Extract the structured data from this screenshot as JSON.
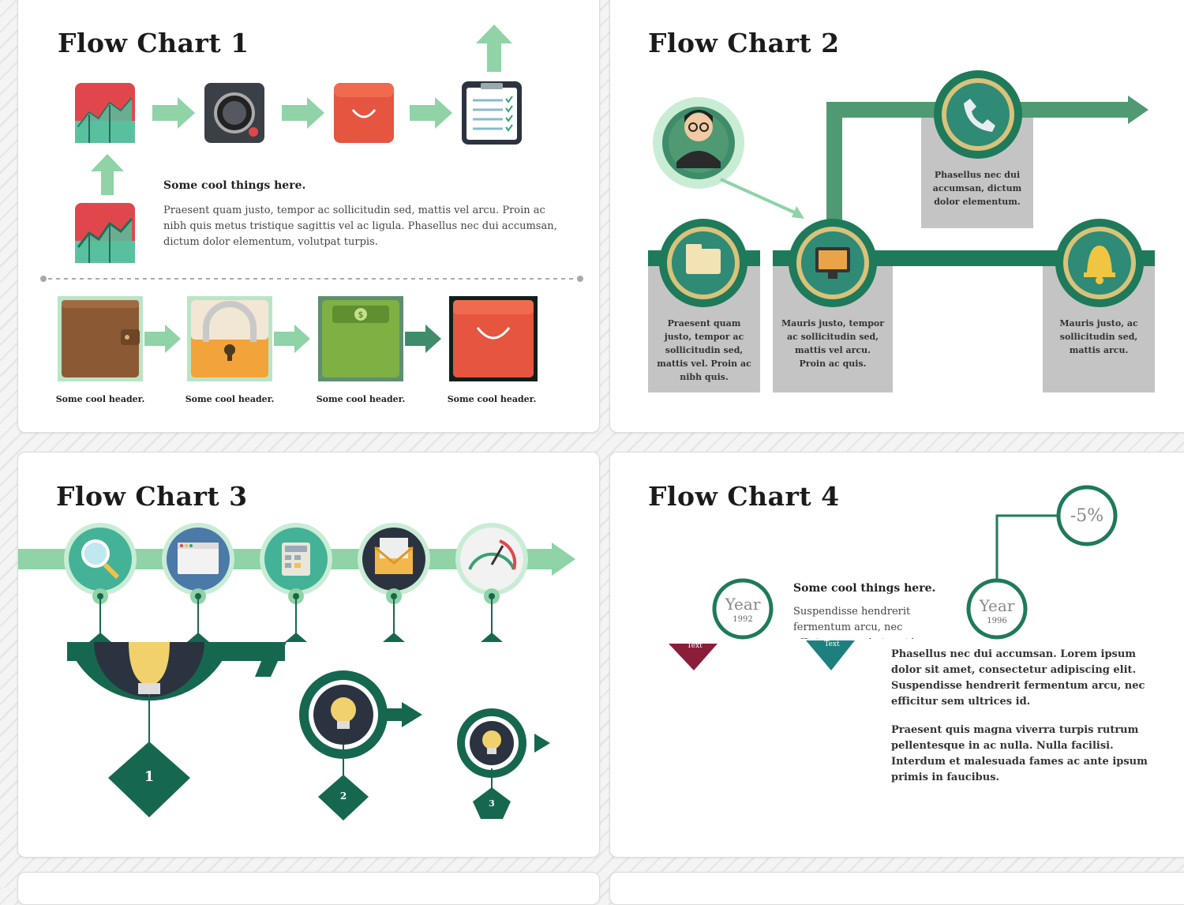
{
  "panels": {
    "p1": {
      "title": "Flow Chart 1",
      "subheading": "Some cool things here.",
      "body": "Praesent quam justo, tempor ac sollicitudin sed, mattis vel arcu. Proin ac nibh quis metus tristique sagittis vel ac ligula. Phasellus nec dui accumsan, dictum dolor elementum, volutpat turpis.",
      "step_labels": [
        "Some cool header.",
        "Some cool header.",
        "Some cool header.",
        "Some cool header."
      ],
      "colors": {
        "arrow": "#8fd3a6",
        "dark_arrow": "#3f8c6b"
      }
    },
    "p2": {
      "title": "Flow Chart 2",
      "cards": [
        "Praesent quam justo, tempor ac sollicitudin sed, mattis vel. Proin ac nibh quis.",
        "Mauris justo, tempor ac sollicitudin sed, mattis vel arcu. Proin ac quis.",
        "Phasellus nec dui accumsan, dictum dolor elementum.",
        "Mauris justo, ac sollicitudin sed, mattis arcu."
      ],
      "colors": {
        "track": "#1e7a5a",
        "ring": "#d9c27a",
        "card": "#c4c4c4"
      }
    },
    "p3": {
      "title": "Flow Chart 3",
      "numbers": [
        "1",
        "2",
        "3"
      ],
      "colors": {
        "band": "#8fd3a6",
        "dark": "#16674f"
      }
    },
    "p4": {
      "title": "Flow Chart 4",
      "percent": "-5%",
      "year_word_1": "Year",
      "year_1": "1992",
      "year_word_2": "Year",
      "year_2": "1996",
      "subheading": "Some cool things here.",
      "text_top": "Suspendisse hendrerit fermentum arcu, nec efficitur sem ultrices id",
      "flag_1": "Text",
      "flag_2": "Text",
      "para_1": "Phasellus nec dui accumsan. Lorem ipsum dolor sit amet, consectetur adipiscing elit. Suspendisse hendrerit fermentum arcu, nec efficitur sem ultrices id.",
      "para_2": "Praesent quis magna viverra turpis rutrum pellentesque in ac nulla. Nulla facilisi. Interdum et malesuada fames ac ante ipsum primis in faucibus.",
      "colors": {
        "teal": "#1e7a5a",
        "maroon": "#8a1e3a",
        "cyan": "#1e7f7f"
      }
    }
  }
}
